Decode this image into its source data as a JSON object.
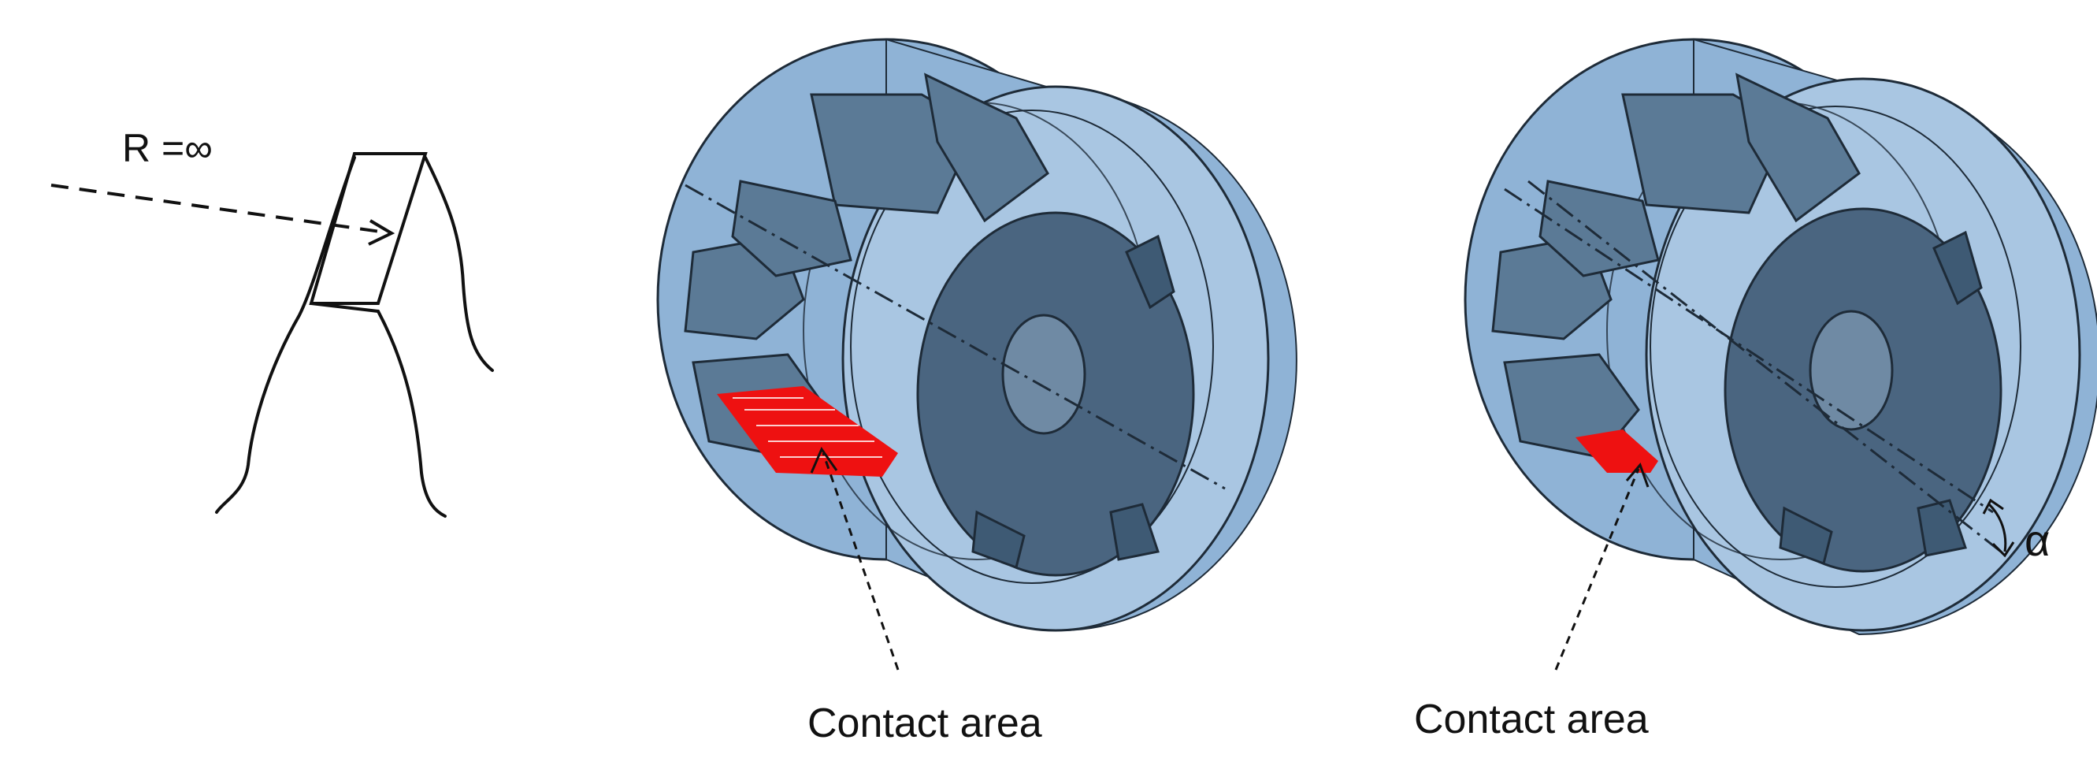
{
  "labels": {
    "radius": "R =∞",
    "contact_area_left": "Contact area",
    "contact_area_right": "Contact area",
    "angle": "α"
  },
  "colors": {
    "housing_fill": "#8fb3d6",
    "housing_light": "#a9c6e2",
    "housing_dark": "#6f98c0",
    "gear_fill": "#5b7a96",
    "gear_dark": "#3e5a74",
    "gear_face": "#4a6580",
    "edge": "#1e2b38",
    "contact": "#ee1111"
  }
}
